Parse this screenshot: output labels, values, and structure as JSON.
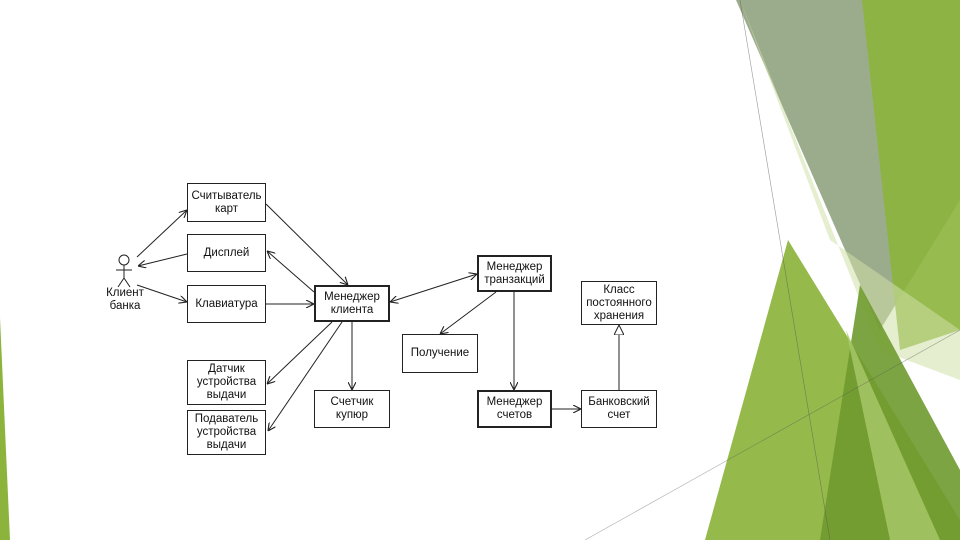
{
  "diagram": {
    "actor": {
      "label": "Клиент\nбанка"
    },
    "nodes": {
      "card_reader": "Считыватель\nкарт",
      "display": "Дисплей",
      "keyboard": "Клавиатура",
      "dispenser_sensor": "Датчик\nустройства\nвыдачи",
      "dispenser_feeder": "Подаватель\nустройства\nвыдачи",
      "client_manager": "Менеджер\nклиента",
      "cash_counter": "Счетчик\nкупюр",
      "transaction_manager": "Менеджер\nтранзакций",
      "receipt": "Получение",
      "account_manager": "Менеджер\nсчетов",
      "bank_account": "Банковский\nсчет",
      "persistent_class": "Класс\nпостоянного\nхранения"
    }
  },
  "theme": {
    "accent_green": "#8cb43c",
    "accent_green_dark": "#6f9a2e",
    "accent_gray_green": "#8a9e78",
    "line_color": "#222222"
  }
}
